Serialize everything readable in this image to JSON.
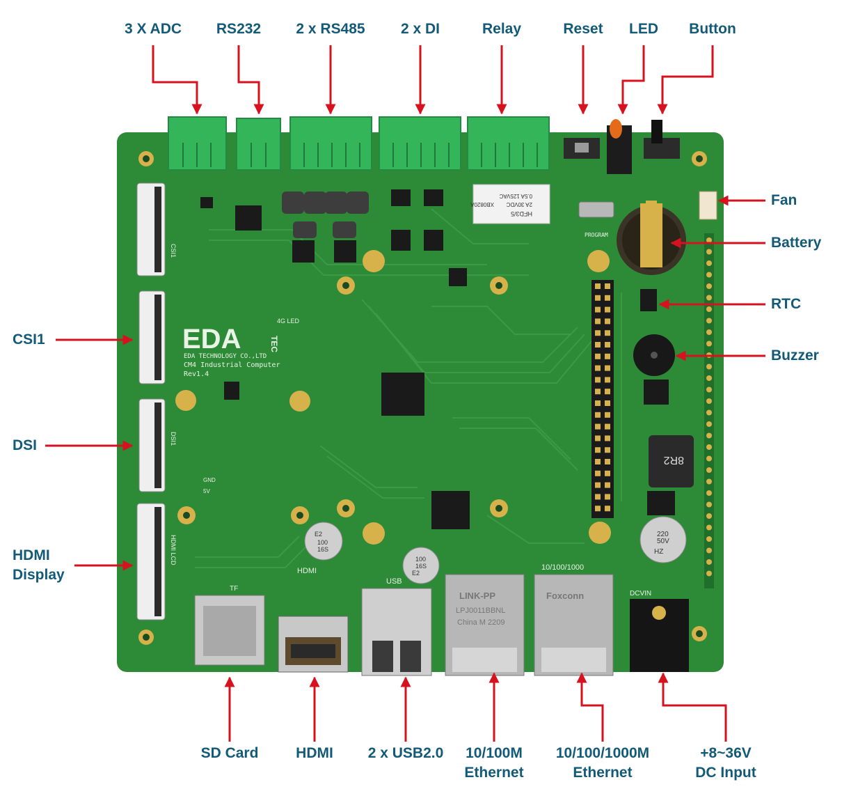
{
  "labels": {
    "adc": "3 X ADC",
    "rs232": "RS232",
    "rs485": "2 x RS485",
    "di": "2 x DI",
    "relay": "Relay",
    "reset": "Reset",
    "led": "LED",
    "button": "Button",
    "fan": "Fan",
    "battery": "Battery",
    "rtc": "RTC",
    "buzzer": "Buzzer",
    "csi1": "CSI1",
    "dsi": "DSI",
    "hdmi_display": "HDMI\nDisplay",
    "sd_card": "SD Card",
    "hdmi": "HDMI",
    "usb": "2 x USB2.0",
    "eth100": "10/100M\nEthernet",
    "eth1000": "10/100/1000M\nEthernet",
    "dc_input": "+8~36V\nDC Input"
  },
  "board": {
    "logo": "EDA",
    "logo_sub": "TEC",
    "company": "EDA TECHNOLOGY CO.,LTD",
    "product": "CM4 Industrial Computer",
    "revision": "Rev1.4",
    "silk_4g_led": "4G LED",
    "silk_program": "PROGRAM",
    "silk_tf": "TF",
    "silk_hdmi": "HDMI",
    "silk_usb": "USB",
    "silk_10_100_1000": "10/100/1000",
    "silk_dcvin": "DCVIN",
    "silk_csi1": "CSI1",
    "silk_dsi1": "DSI1",
    "silk_hdmi_lcd": "HDMI LCD",
    "silk_gnd": "GND",
    "silk_5v": "5V",
    "relay_model": "HFD3/5",
    "relay_rating1": "2A 30VDC",
    "relay_rating2": "0.5A 125VAC",
    "relay_code": "XB0820A",
    "cap1": "100\n16S",
    "cap1_code": "E2",
    "cap2": "100\n16S",
    "cap2_code": "E2",
    "cap3": "220\n50V",
    "cap3_code": "HZ",
    "inductor": "8R2",
    "eth1_brand": "LINK-PP",
    "eth1_model": "LPJ0011BBNL",
    "eth1_origin": "China M 2209",
    "eth2_brand": "Foxconn"
  },
  "colors": {
    "label": "#135a78",
    "arrow": "#d6121f",
    "pcb": "#2d8a37",
    "pcb_dark": "#1f6e2a",
    "connector": "#35b55a",
    "gold": "#d7b24b",
    "silk": "#dfeedd"
  }
}
